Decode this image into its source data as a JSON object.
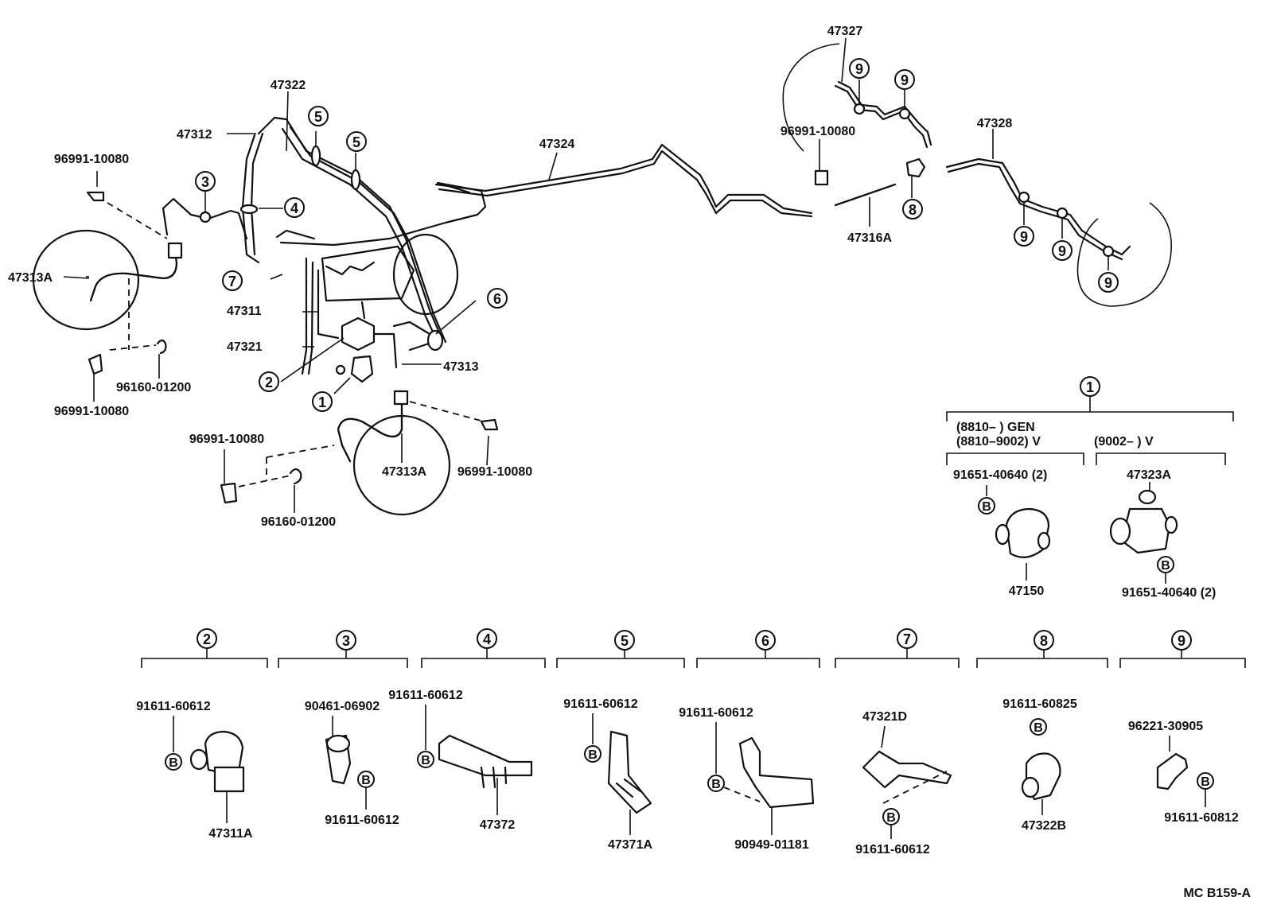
{
  "labels": {
    "p47327": "47327",
    "p47322": "47322",
    "p47312": "47312",
    "p47324": "47324",
    "p47328": "47328",
    "p96991_tl": "96991-10080",
    "p96991_tr": "96991-10080",
    "p96991_l2": "96991-10080",
    "p96991_bl": "96991-10080",
    "p96991_br": "96991-10080",
    "p47313A_l": "47313A",
    "p47313A_c": "47313A",
    "p47311": "47311",
    "p47321": "47321",
    "p47313": "47313",
    "p47316A": "47316A",
    "p96160_a": "96160-01200",
    "p96160_b": "96160-01200",
    "gen": "(8810–          ) GEN",
    "v1": "(8810–9002)  V",
    "v2": "(9002–          ) V",
    "p91651_a": "91651-40640 (2)",
    "p91651_b": "91651-40640 (2)",
    "p47323A": "47323A",
    "p47150": "47150",
    "p91611_2": "91611-60612",
    "p47311A": "47311A",
    "p90461": "90461-06902",
    "p91611_3": "91611-60612",
    "p91611_4": "91611-60612",
    "p47372": "47372",
    "p91611_5": "91611-60612",
    "p47371A": "47371A",
    "p91611_6": "91611-60612",
    "p90949": "90949-01181",
    "p47321D": "47321D",
    "p91611_7": "91611-60612",
    "p91611_8": "91611-60825",
    "p47322B": "47322B",
    "p96221": "96221-30905",
    "p91611_9": "91611-60812",
    "ref": "MC B159-A"
  },
  "callouts": [
    "1",
    "2",
    "3",
    "4",
    "5",
    "6",
    "7",
    "8",
    "9"
  ],
  "b_marker": "B"
}
